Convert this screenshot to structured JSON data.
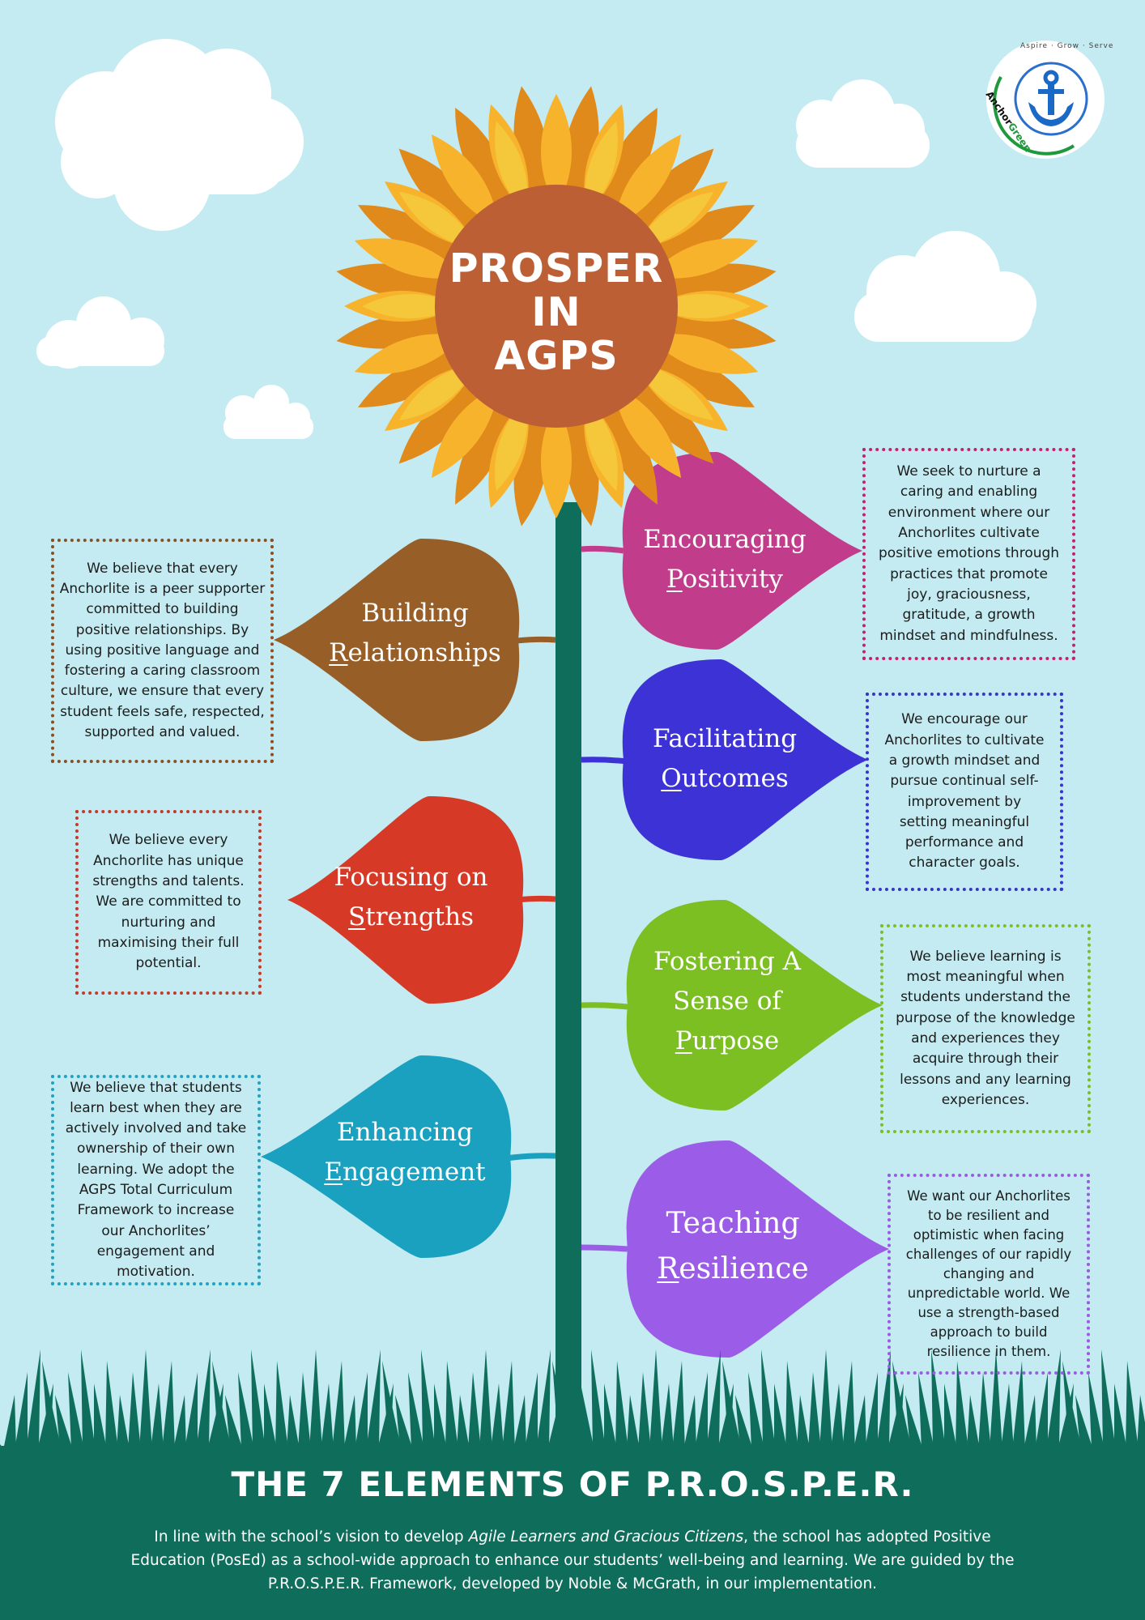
{
  "colors": {
    "sky": "#c3ebf1",
    "stem": "#0f6e5b",
    "grass": "#0f6e5b",
    "petal_dark": "#e18a1c",
    "petal_mid": "#f8b32d",
    "petal_light": "#f4c83a",
    "center": "#bc5f34"
  },
  "logo": {
    "icon": "anchor-icon",
    "motto": "Aspire · Grow · Serve",
    "name_anchor": "Anchor",
    "name_green": "Green"
  },
  "center_title": {
    "line1": "PROSPER",
    "line2": "IN",
    "line3": "AGPS"
  },
  "elements": [
    {
      "id": "building-relationships",
      "first": "B",
      "line1": "uilding",
      "first2": "R",
      "line2": "elationships",
      "color": "#985e27",
      "description": "We believe that every Anchorlite is a peer supporter committed to building positive relationships. By using positive language and fostering a caring classroom culture, we ensure that every student feels safe, respected, supported and valued."
    },
    {
      "id": "focusing-on-strengths",
      "first": "",
      "line1": "Focusing on",
      "first2": "S",
      "line2": "trengths",
      "color": "#d63a26",
      "description": "We believe every Anchorlite has unique strengths and talents. We are committed to nurturing and maximising their full potential."
    },
    {
      "id": "enhancing-engagement",
      "first": "",
      "line1": "Enhancing",
      "first2": "E",
      "line2": "ngagement",
      "color": "#1aa1c0",
      "description": "We believe that students learn best when they are actively involved and take ownership of their own learning. We adopt the AGPS Total Curriculum Framework to increase our Anchorlites’ engagement and motivation."
    },
    {
      "id": "encouraging-positivity",
      "first": "",
      "line1": "Encouraging",
      "first2": "P",
      "line2": "ositivity",
      "color": "#c13c8a",
      "description": "We seek to nurture a caring and enabling environment where our Anchorlites cultivate positive emotions through practices that promote joy, graciousness, gratitude, a growth mindset and mindfulness."
    },
    {
      "id": "facilitating-outcomes",
      "first": "",
      "line1": "Facilitating",
      "first2": "O",
      "line2": "utcomes",
      "color": "#3c32d6",
      "description": "We encourage our Anchorlites to cultivate a growth mindset and pursue continual self-improvement by setting meaningful performance and character goals."
    },
    {
      "id": "fostering-purpose",
      "first": "",
      "line1": "Fostering A",
      "mid": "Sense of",
      "first2": "P",
      "line2": "urpose",
      "color": "#7bbf22",
      "description": "We believe learning is most meaningful when students understand the purpose of the knowledge and experiences they acquire through their lessons and any learning experiences."
    },
    {
      "id": "teaching-resilience",
      "first": "",
      "line1": "Teaching",
      "first2": "R",
      "line2": "esilience",
      "color": "#9b5de8",
      "description": "We want our Anchorlites to be resilient and optimistic when facing challenges of our rapidly changing and unpredictable world. We use a strength-based approach to build resilience in them."
    }
  ],
  "footer": {
    "title": "THE 7 ELEMENTS OF P.R.O.S.P.E.R.",
    "text_before": "In line with the school’s vision to develop ",
    "text_italic": "Agile Learners and Gracious Citizens",
    "text_after": ", the school has adopted Positive Education (PosEd) as a school-wide approach to enhance our students’ well-being and learning. We are guided by the P.R.O.S.P.E.R. Framework, developed by Noble & McGrath, in our implementation."
  }
}
